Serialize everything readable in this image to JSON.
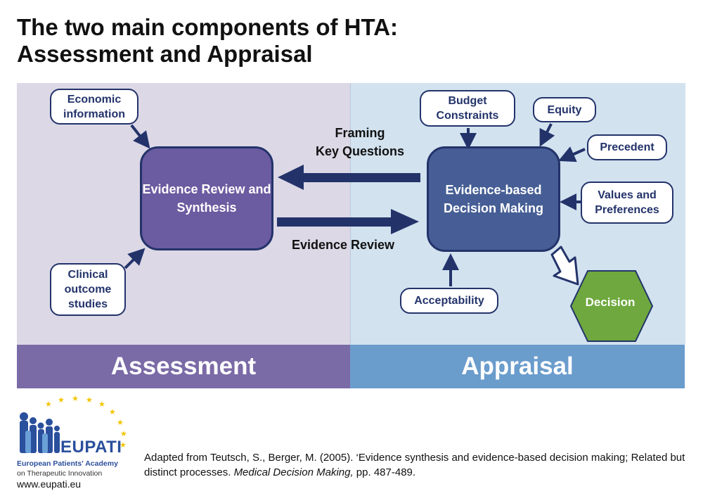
{
  "title": {
    "line1": "The two main components of HTA:",
    "line2": "Assessment and Appraisal"
  },
  "bands": {
    "left": "Assessment",
    "right": "Appraisal"
  },
  "nodes": {
    "economic": "Economic information",
    "clinical": "Clinical outcome studies",
    "evidence_review_synthesis": "Evidence Review and Synthesis",
    "evidence_based_decision": "Evidence-based Decision Making",
    "budget": "Budget Constraints",
    "equity": "Equity",
    "precedent": "Precedent",
    "values": "Values and Preferences",
    "acceptability": "Acceptability",
    "decision": "Decision"
  },
  "flows": {
    "framing_line1": "Framing",
    "framing_line2": "Key Questions",
    "evidence_review": "Evidence Review"
  },
  "logo": {
    "name": "EUPATI",
    "line1": "European Patients' Academy",
    "line2": "on Therapeutic Innovation",
    "url": "www.eupati.eu"
  },
  "citation": {
    "part1": "Adapted from Teutsch, S., Berger, M. (2005). ‘Evidence synthesis and evidence-based decision making; Related but distinct processes. ",
    "journal": "Medical Decision Making,",
    "part2": " pp. 487-489."
  },
  "colors": {
    "assessment_band": "#7a6aa6",
    "appraisal_band": "#6a9ccc",
    "assessment_bg": "#dcd8e6",
    "appraisal_bg": "#d2e2ef",
    "navy": "#23336a",
    "decision_green": "#6ea83e"
  }
}
